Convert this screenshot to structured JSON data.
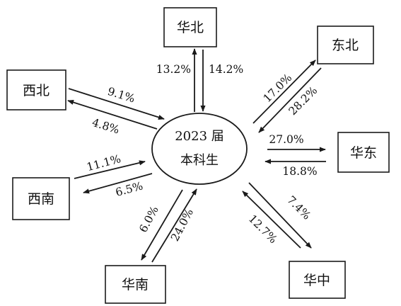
{
  "center": {
    "line1": "2023 届",
    "line2": "本科生"
  },
  "regions": {
    "huabei": "华北",
    "dongbei": "东北",
    "huadong": "华东",
    "huazhong": "华中",
    "huanan": "华南",
    "xinan": "西南",
    "xibei": "西北"
  },
  "flows": {
    "huabei_out": "13.2%",
    "huabei_in": "14.2%",
    "dongbei_out": "17.0%",
    "dongbei_in": "28.2%",
    "huadong_out": "27.0%",
    "huadong_in": "18.8%",
    "huazhong_out": "7.4%",
    "huazhong_in": "12.7%",
    "huanan_out": "6.0%",
    "huanan_in": "24.0%",
    "xinan_out": "11.1%",
    "xinan_in": "6.5%",
    "xibei_out": "9.1%",
    "xibei_in": "4.8%"
  }
}
